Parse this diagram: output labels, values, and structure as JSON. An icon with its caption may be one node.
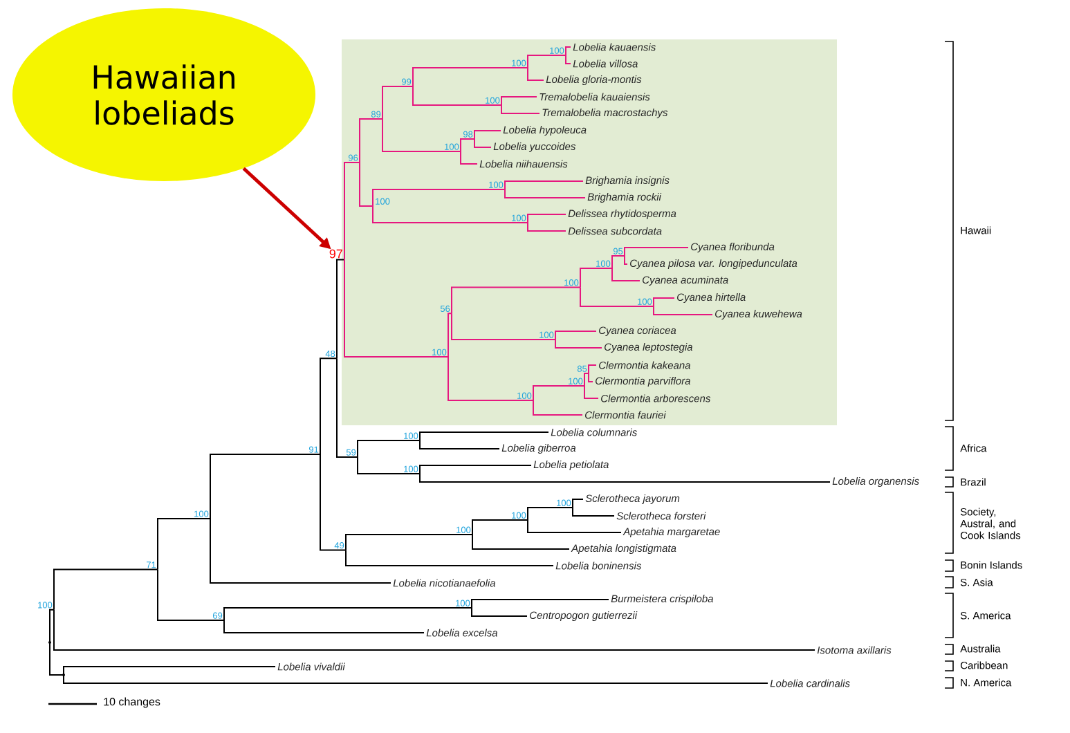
{
  "diagram": {
    "nodes": [
      {
        "text": [
          "Hawaiian lobeliads"
        ]
      },
      {
        "text": [],
        "shape": "point"
      },
      {
        "text": [
          "100"
        ]
      },
      {
        "text": [
          "71"
        ]
      },
      {
        "text": [
          "100"
        ]
      },
      {
        "text": [
          "91"
        ]
      },
      {
        "text": [
          "48"
        ]
      },
      {
        "text": [
          "97"
        ]
      },
      {
        "text": [
          "96"
        ]
      },
      {
        "text": [
          "89"
        ]
      },
      {
        "text": [
          "99"
        ]
      },
      {
        "text": [
          "100"
        ]
      },
      {
        "text": [
          "100"
        ]
      },
      {
        "text": [
          "Lobelia kauaensis"
        ]
      },
      {
        "text": [
          "Lobelia villosa"
        ]
      },
      {
        "text": [
          "Lobelia gloria-montis"
        ]
      },
      {
        "text": [
          "100"
        ]
      },
      {
        "text": [
          "Tremalobelia kauaiensis"
        ]
      },
      {
        "text": [
          "Tremalobelia macrostachys"
        ]
      },
      {
        "text": [
          "100"
        ]
      },
      {
        "text": [
          "98"
        ]
      },
      {
        "text": [
          "Lobelia hypoleuca"
        ]
      },
      {
        "text": [
          "Lobelia yuccoides"
        ]
      },
      {
        "text": [
          "Lobelia niihauensis"
        ]
      },
      {
        "text": [
          "100"
        ]
      },
      {
        "text": [
          "100"
        ]
      },
      {
        "text": [
          "Brighamia insignis"
        ]
      },
      {
        "text": [
          "Brighamia rockii"
        ]
      },
      {
        "text": [
          "100"
        ]
      },
      {
        "text": [
          "Delissea rhytidosperma"
        ]
      },
      {
        "text": [
          "Delissea subcordata"
        ]
      },
      {
        "text": [
          "100"
        ]
      },
      {
        "text": [
          "56"
        ]
      },
      {
        "text": [
          "100"
        ]
      },
      {
        "text": [
          "100"
        ]
      },
      {
        "text": [
          "95"
        ]
      },
      {
        "text": [
          "Cyanea floribunda"
        ]
      },
      {
        "text": [
          "Cyanea pilosa var. longipedunculata"
        ]
      },
      {
        "text": [
          "Cyanea acuminata"
        ]
      },
      {
        "text": [
          "100"
        ]
      },
      {
        "text": [
          "Cyanea hirtella"
        ]
      },
      {
        "text": [
          "Cyanea kuwehewa"
        ]
      },
      {
        "text": [
          "100"
        ]
      },
      {
        "text": [
          "Cyanea coriacea"
        ]
      },
      {
        "text": [
          "Cyanea leptostegia"
        ]
      },
      {
        "text": [
          "100"
        ]
      },
      {
        "text": [
          "100"
        ]
      },
      {
        "text": [
          "85"
        ]
      },
      {
        "text": [
          "Clermontia kakeana"
        ]
      },
      {
        "text": [
          "Clermontia parviflora"
        ]
      },
      {
        "text": [
          "Clermontia arborescens"
        ]
      },
      {
        "text": [
          "Clermontia fauriei"
        ]
      },
      {
        "text": [
          "59"
        ]
      },
      {
        "text": [
          "100"
        ]
      },
      {
        "text": [
          "Lobelia columnaris"
        ]
      },
      {
        "text": [
          "Lobelia giberroa"
        ]
      },
      {
        "text": [
          "100"
        ]
      },
      {
        "text": [
          "Lobelia petiolata"
        ]
      },
      {
        "text": [
          "Lobelia organensis"
        ]
      },
      {
        "text": [
          "49"
        ]
      },
      {
        "text": [
          "100"
        ]
      },
      {
        "text": [
          "100"
        ]
      },
      {
        "text": [
          "100"
        ]
      },
      {
        "text": [
          "Sclerotheca jayorum"
        ]
      },
      {
        "text": [
          "Sclerotheca forsteri"
        ]
      },
      {
        "text": [
          "Apetahia margaretae"
        ]
      },
      {
        "text": [
          "Apetahia longistigmata"
        ]
      },
      {
        "text": [
          "Lobelia boninensis"
        ]
      },
      {
        "text": [
          "Lobelia nicotianaefolia"
        ]
      },
      {
        "text": [
          "69"
        ]
      },
      {
        "text": [
          "100"
        ]
      },
      {
        "text": [
          "Burmeistera crispiloba"
        ]
      },
      {
        "text": [
          "Centropogon gutierrezii"
        ]
      },
      {
        "text": [
          "Lobelia excelsa"
        ]
      },
      {
        "text": [
          "Isotoma axillaris"
        ]
      },
      {
        "text": [],
        "shape": "point"
      },
      {
        "text": [
          "Lobelia vivaldii"
        ]
      },
      {
        "text": [
          "Lobelia cardinalis"
        ]
      }
    ],
    "edges": [
      {
        "from": 1,
        "to": 2,
        "arrow": "none",
        "color": "#000000"
      },
      {
        "from": 2,
        "to": 3,
        "arrow": "none",
        "color": "#000000"
      },
      {
        "from": 3,
        "to": 4,
        "arrow": "none",
        "color": "#000000"
      },
      {
        "from": 4,
        "to": 5,
        "arrow": "none",
        "color": "#000000"
      },
      {
        "from": 5,
        "to": 6,
        "arrow": "none",
        "color": "#000000"
      },
      {
        "from": 6,
        "to": 7,
        "arrow": "none",
        "color": "#000000"
      },
      {
        "from": 7,
        "to": 8,
        "arrow": "none"
      },
      {
        "from": 8,
        "to": 9,
        "arrow": "none"
      },
      {
        "from": 9,
        "to": 10,
        "arrow": "none"
      },
      {
        "from": 10,
        "to": 11,
        "arrow": "none"
      },
      {
        "from": 11,
        "to": 12,
        "arrow": "none"
      },
      {
        "from": 12,
        "to": 13,
        "arrow": "none"
      },
      {
        "from": 12,
        "to": 14,
        "arrow": "none"
      },
      {
        "from": 11,
        "to": 15,
        "arrow": "none"
      },
      {
        "from": 10,
        "to": 16,
        "arrow": "none"
      },
      {
        "from": 16,
        "to": 17,
        "arrow": "none"
      },
      {
        "from": 16,
        "to": 18,
        "arrow": "none"
      },
      {
        "from": 9,
        "to": 19,
        "arrow": "none"
      },
      {
        "from": 19,
        "to": 20,
        "arrow": "none"
      },
      {
        "from": 20,
        "to": 21,
        "arrow": "none"
      },
      {
        "from": 20,
        "to": 22,
        "arrow": "none"
      },
      {
        "from": 19,
        "to": 23,
        "arrow": "none"
      },
      {
        "from": 8,
        "to": 24,
        "arrow": "none"
      },
      {
        "from": 24,
        "to": 25,
        "arrow": "none"
      },
      {
        "from": 25,
        "to": 26,
        "arrow": "none"
      },
      {
        "from": 25,
        "to": 27,
        "arrow": "none"
      },
      {
        "from": 24,
        "to": 28,
        "arrow": "none"
      },
      {
        "from": 28,
        "to": 29,
        "arrow": "none"
      },
      {
        "from": 28,
        "to": 30,
        "arrow": "none"
      },
      {
        "from": 7,
        "to": 31,
        "arrow": "none"
      },
      {
        "from": 31,
        "to": 32,
        "arrow": "none"
      },
      {
        "from": 32,
        "to": 33,
        "arrow": "none"
      },
      {
        "from": 33,
        "to": 34,
        "arrow": "none"
      },
      {
        "from": 34,
        "to": 35,
        "arrow": "none"
      },
      {
        "from": 35,
        "to": 36,
        "arrow": "none"
      },
      {
        "from": 35,
        "to": 37,
        "arrow": "none"
      },
      {
        "from": 34,
        "to": 38,
        "arrow": "none"
      },
      {
        "from": 33,
        "to": 39,
        "arrow": "none"
      },
      {
        "from": 39,
        "to": 40,
        "arrow": "none"
      },
      {
        "from": 39,
        "to": 41,
        "arrow": "none"
      },
      {
        "from": 32,
        "to": 42,
        "arrow": "none"
      },
      {
        "from": 42,
        "to": 43,
        "arrow": "none"
      },
      {
        "from": 42,
        "to": 44,
        "arrow": "none"
      },
      {
        "from": 31,
        "to": 45,
        "arrow": "none"
      },
      {
        "from": 45,
        "to": 46,
        "arrow": "none"
      },
      {
        "from": 46,
        "to": 47,
        "arrow": "none"
      },
      {
        "from": 47,
        "to": 48,
        "arrow": "none"
      },
      {
        "from": 47,
        "to": 49,
        "arrow": "none"
      },
      {
        "from": 46,
        "to": 50,
        "arrow": "none"
      },
      {
        "from": 45,
        "to": 51,
        "arrow": "none"
      },
      {
        "from": 6,
        "to": 52,
        "arrow": "none",
        "color": "#000000"
      },
      {
        "from": 52,
        "to": 53,
        "arrow": "none",
        "color": "#000000"
      },
      {
        "from": 53,
        "to": 54,
        "arrow": "none",
        "color": "#000000"
      },
      {
        "from": 53,
        "to": 55,
        "arrow": "none",
        "color": "#000000"
      },
      {
        "from": 52,
        "to": 56,
        "arrow": "none",
        "color": "#000000"
      },
      {
        "from": 56,
        "to": 57,
        "arrow": "none",
        "color": "#000000"
      },
      {
        "from": 56,
        "to": 58,
        "arrow": "none",
        "color": "#000000"
      },
      {
        "from": 5,
        "to": 59,
        "arrow": "none",
        "color": "#000000"
      },
      {
        "from": 59,
        "to": 60,
        "arrow": "none",
        "color": "#000000"
      },
      {
        "from": 60,
        "to": 61,
        "arrow": "none",
        "color": "#000000"
      },
      {
        "from": 61,
        "to": 62,
        "arrow": "none",
        "color": "#000000"
      },
      {
        "from": 62,
        "to": 63,
        "arrow": "none",
        "color": "#000000"
      },
      {
        "from": 62,
        "to": 64,
        "arrow": "none",
        "color": "#000000"
      },
      {
        "from": 61,
        "to": 65,
        "arrow": "none",
        "color": "#000000"
      },
      {
        "from": 60,
        "to": 66,
        "arrow": "none",
        "color": "#000000"
      },
      {
        "from": 59,
        "to": 67,
        "arrow": "none",
        "color": "#000000"
      },
      {
        "from": 4,
        "to": 68,
        "arrow": "none",
        "color": "#000000"
      },
      {
        "from": 3,
        "to": 69,
        "arrow": "none",
        "color": "#000000"
      },
      {
        "from": 69,
        "to": 70,
        "arrow": "none",
        "color": "#000000"
      },
      {
        "from": 70,
        "to": 71,
        "arrow": "none",
        "color": "#000000"
      },
      {
        "from": 70,
        "to": 72,
        "arrow": "none",
        "color": "#000000"
      },
      {
        "from": 69,
        "to": 73,
        "arrow": "none",
        "color": "#000000"
      },
      {
        "from": 2,
        "to": 74,
        "arrow": "none",
        "color": "#000000"
      },
      {
        "from": 1,
        "to": 75,
        "arrow": "none",
        "color": "#000000"
      },
      {
        "from": 75,
        "to": 76,
        "arrow": "none",
        "color": "#000000"
      },
      {
        "from": 75,
        "to": 77,
        "arrow": "none",
        "color": "#000000"
      },
      {
        "from": 0,
        "to": 7,
        "arrow": "to",
        "style": "thick",
        "color": "#cc0000"
      }
    ],
    "labels": [
      "Hawaii",
      "Africa",
      "Brazil",
      "Society, Austral, and Cook Islands",
      "Bonin Islands",
      "S. Asia",
      "S. America",
      "Australia",
      "Caribbean",
      "N. America",
      "10 changes"
    ]
  }
}
